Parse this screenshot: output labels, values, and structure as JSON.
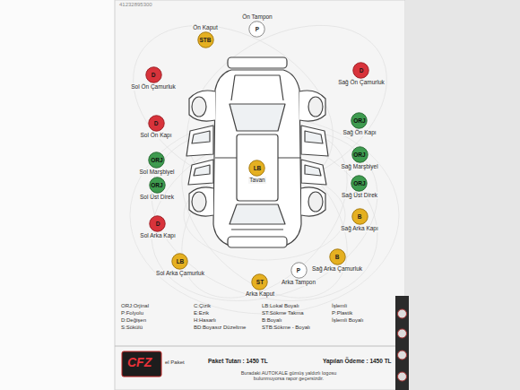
{
  "diagram": {
    "nodes": [
      {
        "text": [
          "STB",
          "Ön Kaput"
        ]
      },
      {
        "text": [
          "P",
          "Ön Tampon"
        ]
      },
      {
        "text": [
          "D",
          "Sol Ön Çamurluk"
        ]
      },
      {
        "text": [
          "D",
          "Sağ Ön Çamurluk"
        ]
      },
      {
        "text": [
          "D",
          "Sol Ön Kapı"
        ]
      },
      {
        "text": [
          "ORJ",
          "Sağ Ön Kapı"
        ]
      },
      {
        "text": [
          "ORJ",
          "Sol Marşbiyel"
        ]
      },
      {
        "text": [
          "ORJ",
          "Sağ Marşbiyel"
        ]
      },
      {
        "text": [
          "LB",
          "Tavan"
        ]
      },
      {
        "text": [
          "ORJ",
          "Sol Üst Direk"
        ]
      },
      {
        "text": [
          "ORJ",
          "Sağ Üst Direk"
        ]
      },
      {
        "text": [
          "D",
          "Sol Arka Kapı"
        ]
      },
      {
        "text": [
          "B",
          "Sağ Arka Kapı"
        ]
      },
      {
        "text": [
          "B",
          "Sağ Arka Çamurluk"
        ]
      },
      {
        "text": [
          "LB",
          "Sol Arka Çamurluk"
        ]
      },
      {
        "text": [
          "P",
          "Arka Tampon"
        ]
      },
      {
        "text": [
          "ST",
          "Arka Kaput"
        ]
      }
    ],
    "labels": [
      "41232895300",
      "ORJ:Orjinal",
      "P:Folyolu",
      "D:Değişen",
      "S:Sökülü",
      "C:Çizik",
      "E:Ezik",
      "H:Hasarlı",
      "BD:Boyasız Düzeltme",
      "LB:Lokal Boyalı",
      "ST:Sökme Takma",
      "B:Boyalı",
      "STB:Sökme - Boyalı",
      "İşlemli",
      "P:Plastik",
      "İşlemli Boyalı",
      "CFZ",
      "el Paket",
      "Paket Tutarı : 1450 TL",
      "Yapılan Ödeme : 1450 TL",
      "Buradaki AUTOKALE gümüş yaldızlı logosu bulunmuyorsa rapor geçersizdir."
    ]
  }
}
